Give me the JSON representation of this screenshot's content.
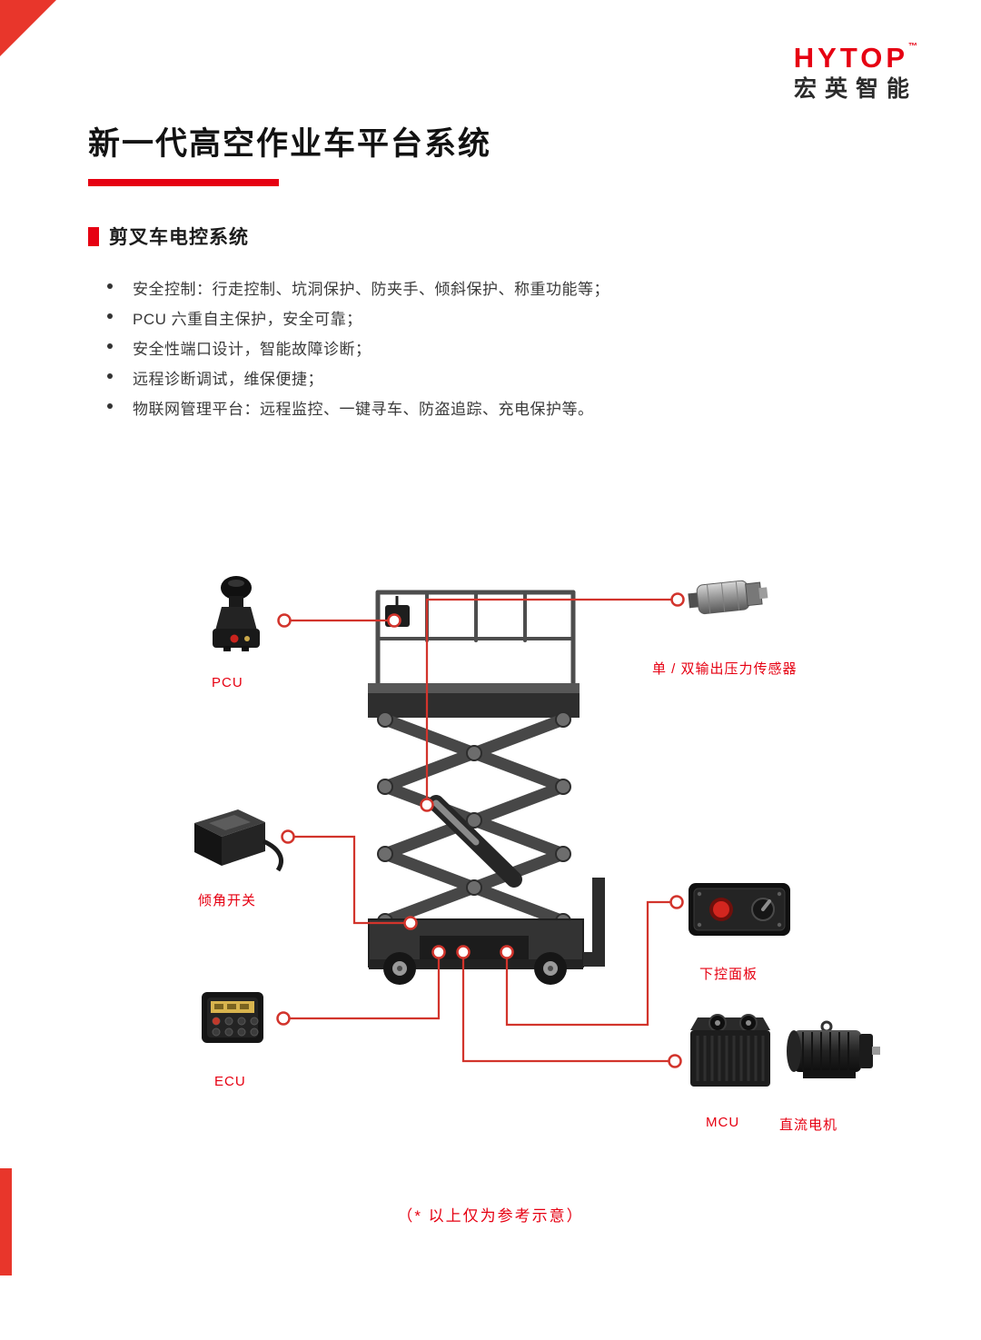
{
  "logo": {
    "brand": "HYTOP",
    "tm": "™",
    "subbrand": "宏英智能"
  },
  "title": "新一代高空作业车平台系统",
  "section": {
    "heading": "剪叉车电控系统"
  },
  "bullets": [
    "安全控制：行走控制、坑洞保护、防夹手、倾斜保护、称重功能等；",
    "PCU 六重自主保护，安全可靠；",
    "安全性端口设计，智能故障诊断；",
    "远程诊断调试，维保便捷；",
    "物联网管理平台：远程监控、一键寻车、防盗追踪、充电保护等。"
  ],
  "diagram": {
    "labels": {
      "pcu": "PCU",
      "pressure_sensor": "单 / 双输出压力传感器",
      "tilt_switch": "倾角开关",
      "lower_control_panel": "下控面板",
      "ecu": "ECU",
      "mcu": "MCU",
      "dc_motor": "直流电机"
    }
  },
  "footnote": "（* 以上仅为参考示意）",
  "colors": {
    "accent_red": "#e60012",
    "callout_red": "#d2342c"
  }
}
